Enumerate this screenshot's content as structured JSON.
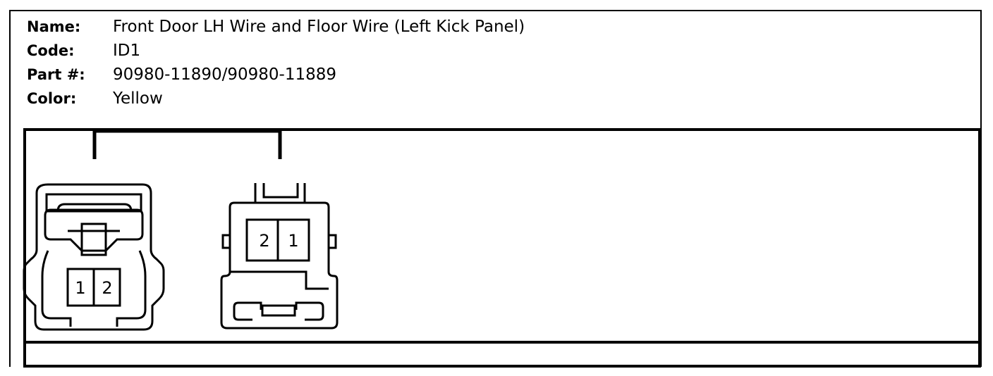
{
  "info": {
    "name_label": "Name:",
    "name_value": "Front Door LH Wire and Floor Wire (Left Kick Panel)",
    "code_label": "Code:",
    "code_value": "ID1",
    "part_label": "Part #:",
    "part_value": "90980-11890/90980-11889",
    "color_label": "Color:",
    "color_value": "Yellow"
  },
  "connector_left": {
    "pin_a": "1",
    "pin_b": "2"
  },
  "connector_right": {
    "pin_a": "2",
    "pin_b": "1"
  }
}
